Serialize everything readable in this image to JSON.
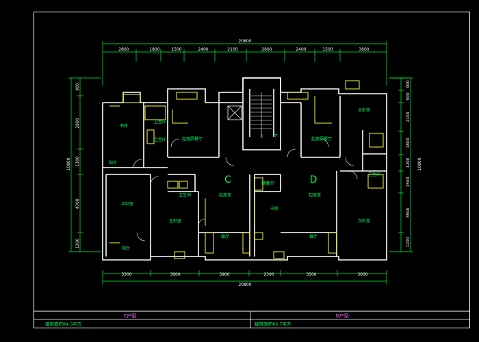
{
  "colors": {
    "background": "#000000",
    "frame": "#ffffff",
    "wall": "#ffffff",
    "dimension": "#00ff33",
    "fixture": "#ffff33",
    "room_label": "#00ff66",
    "title": "#ff66ff"
  },
  "dimensions": {
    "top_total": "20800",
    "top": [
      "2800",
      "1800",
      "1500",
      "2400",
      "2100",
      "2600",
      "2400",
      "1500",
      "3600"
    ],
    "bottom_total": "20800",
    "bottom": [
      "3300",
      "3600",
      "3900",
      "2300",
      "3500",
      "3600"
    ],
    "left_total": "10800",
    "left": [
      "900",
      "2800",
      "1300",
      "4700",
      "1200"
    ],
    "right_total": "10800",
    "right": [
      "900",
      "900",
      "2100",
      "1800",
      "1200",
      "1500",
      "3500",
      "1200"
    ]
  },
  "units": {
    "c": "C",
    "d": "D"
  },
  "rooms": {
    "study": "书房",
    "bath_c1": "卫生间",
    "bath_c1b": "卫生间",
    "kitchen_c": "起居厨餐厅",
    "balcony_c": "阳台",
    "bedroom2_c": "次卧室",
    "bath_c2": "卫生间",
    "master_c": "主卧室",
    "living_c": "起居室",
    "dining_c": "餐厅",
    "balcony_c2": "阳台",
    "stairs_up": "上",
    "stairs_down": "下",
    "kitchen_d": "起居厨餐厅",
    "master_d": "主卧室",
    "bath_d": "卫生间",
    "storage_d": "储藏间",
    "living_d": "起居室",
    "room_d": "书房",
    "dining_d": "餐厅",
    "bedroom2_d": "次卧室"
  },
  "title_block": {
    "c_name": "C户型",
    "c_area": "建筑面积84.3平方",
    "d_name": "D户型",
    "d_area": "建筑面积85.7平方"
  }
}
